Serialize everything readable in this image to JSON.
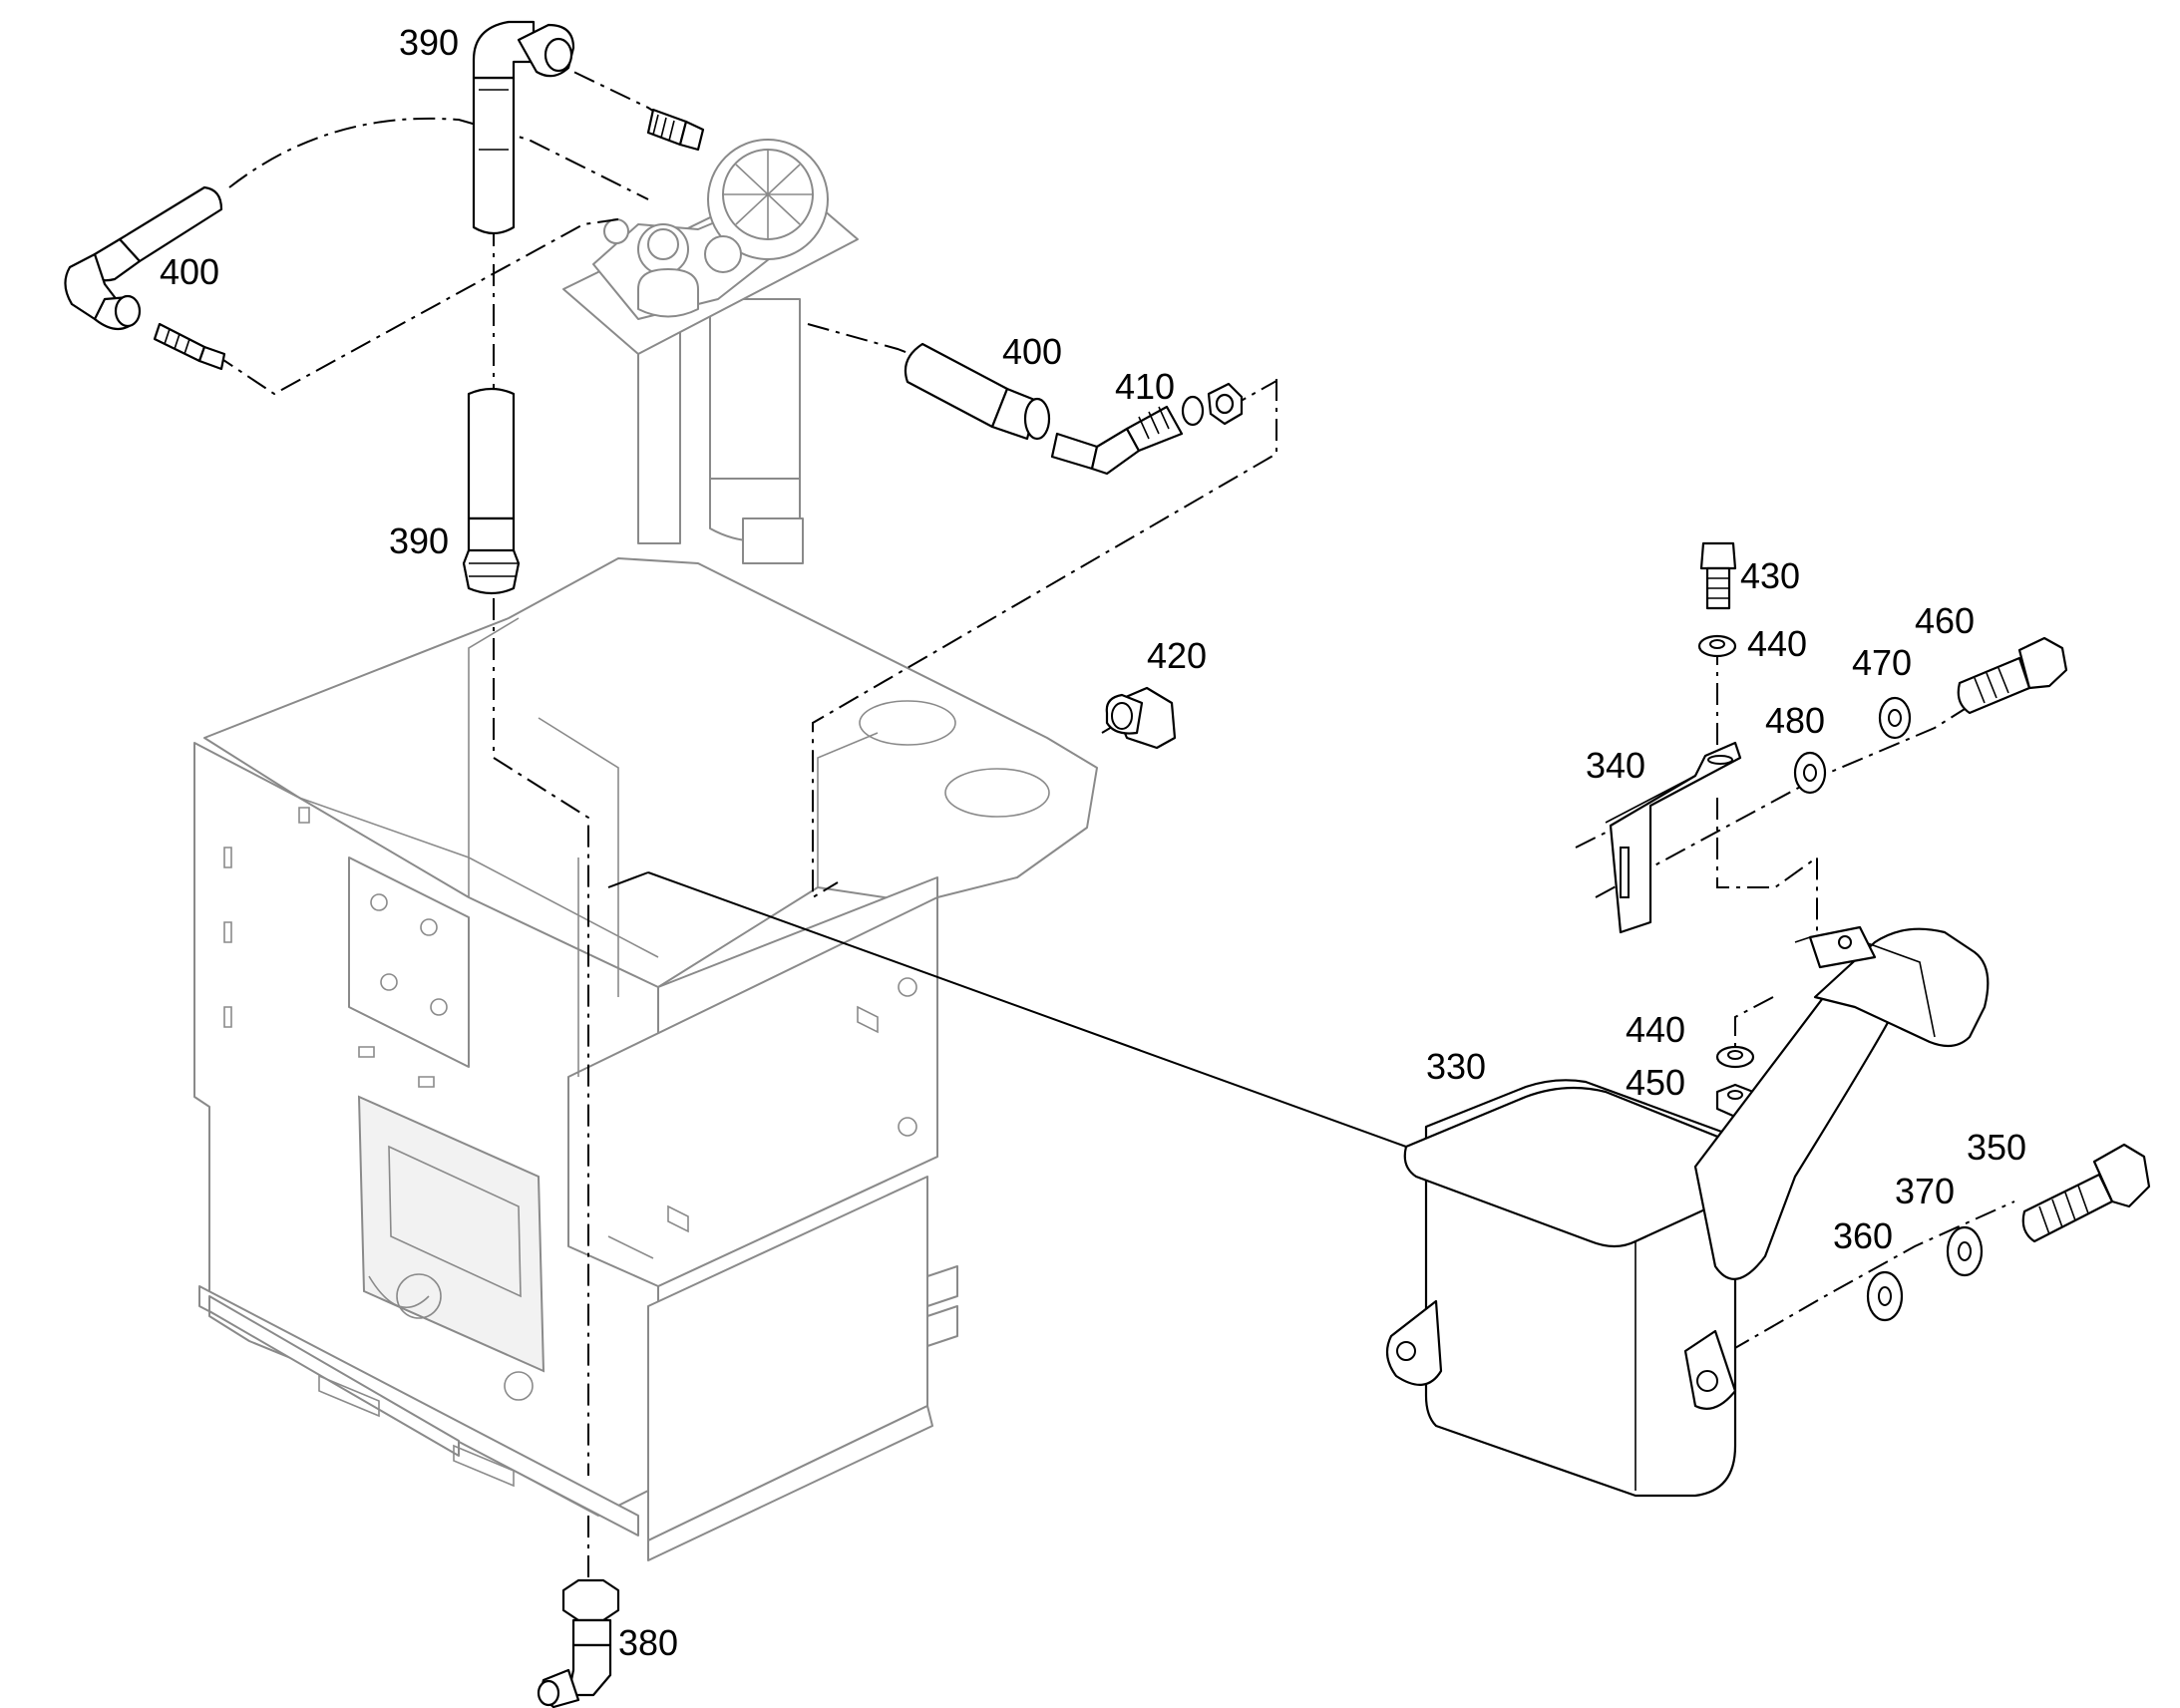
{
  "diagram": {
    "callouts": {
      "c390_top": "390",
      "c390_bottom": "390",
      "c400_left": "400",
      "c400_right": "400",
      "c410": "410",
      "c420": "420",
      "c430": "430",
      "c440_top": "440",
      "c440_bottom": "440",
      "c450": "450",
      "c460": "460",
      "c470": "470",
      "c480": "480",
      "c340": "340",
      "c330": "330",
      "c350": "350",
      "c360": "360",
      "c370": "370",
      "c380": "380"
    }
  }
}
